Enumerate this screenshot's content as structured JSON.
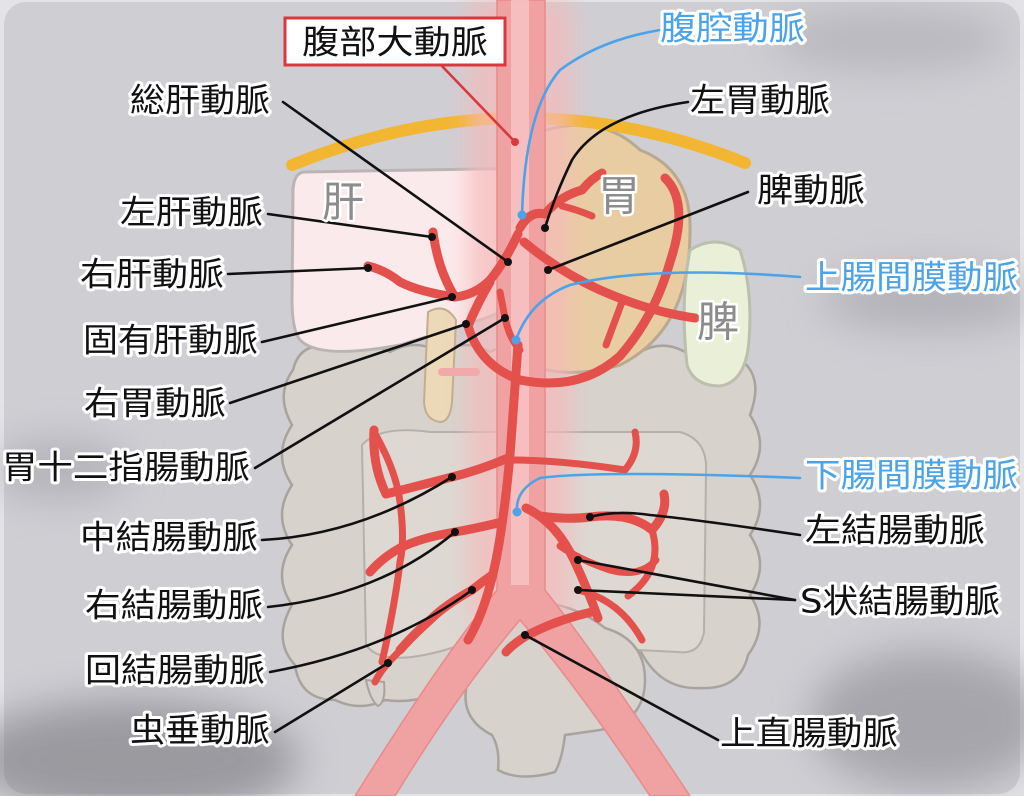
{
  "title_box": "腹部大動脈",
  "organs": {
    "liver": "肝",
    "stomach": "胃",
    "spleen": "脾"
  },
  "labels": {
    "celiac_artery": "腹腔動脈",
    "common_hepatic_artery": "総肝動脈",
    "left_gastric_artery": "左胃動脈",
    "splenic_artery": "脾動脈",
    "left_hepatic_artery": "左肝動脈",
    "right_hepatic_artery": "右肝動脈",
    "superior_mesenteric_artery": "上腸間膜動脈",
    "proper_hepatic_artery": "固有肝動脈",
    "right_gastric_artery": "右胃動脈",
    "gastroduodenal_artery": "胃十二指腸動脈",
    "inferior_mesenteric_artery": "下腸間膜動脈",
    "middle_colic_artery": "中結腸動脈",
    "left_colic_artery": "左結腸動脈",
    "right_colic_artery": "右結腸動脈",
    "sigmoid_arteries": "S状結腸動脈",
    "ileocolic_artery": "回結腸動脈",
    "superior_rectal_artery": "上直腸動脈",
    "appendicular_artery": "虫垂動脈"
  },
  "colors": {
    "artery": "#e4504c",
    "aorta": "#f0a2a2",
    "label_blue": "#4ba3ea",
    "title_border": "#d9393e",
    "diaphragm": "#f2b632",
    "leader": "#111111"
  }
}
